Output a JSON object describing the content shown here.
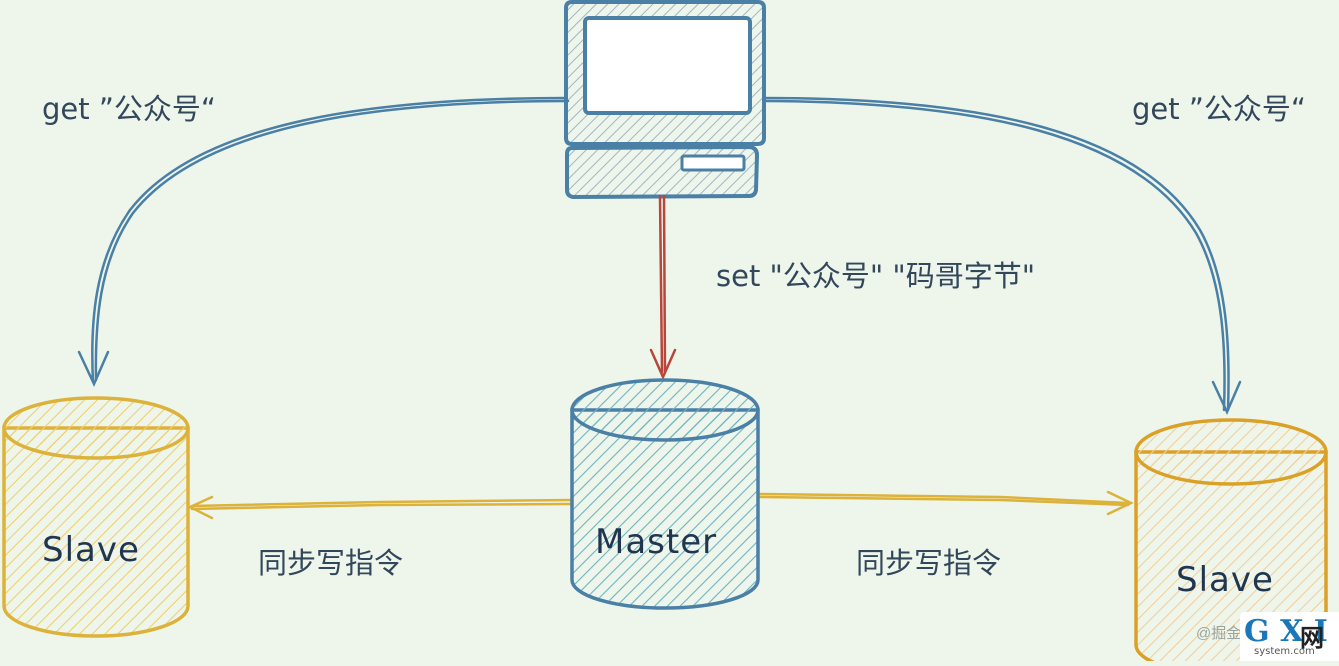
{
  "labels": {
    "get_left": "get ”公众号“",
    "get_right": "get ”公众号“",
    "set": "set \"公众号\" \"码哥字节\"",
    "sync_left": "同步写指令",
    "sync_right": "同步写指令"
  },
  "nodes": {
    "master": "Master",
    "slave_left": "Slave",
    "slave_right": "Slave"
  },
  "watermark": {
    "prefix": "@掘金",
    "logo_main": "G X I",
    "logo_cn": "网",
    "logo_sub": "system.com"
  },
  "colors": {
    "background": "#eef6ec",
    "computer": "#4a7fa6",
    "read_arrow": "#4a7fa6",
    "write_arrow": "#b8463c",
    "sync_arrow": "#dcb23a",
    "master_fill": "#a9d8dc",
    "slave_fill": "#f4dc95",
    "slave_right_fill": "#f7dfb8"
  }
}
